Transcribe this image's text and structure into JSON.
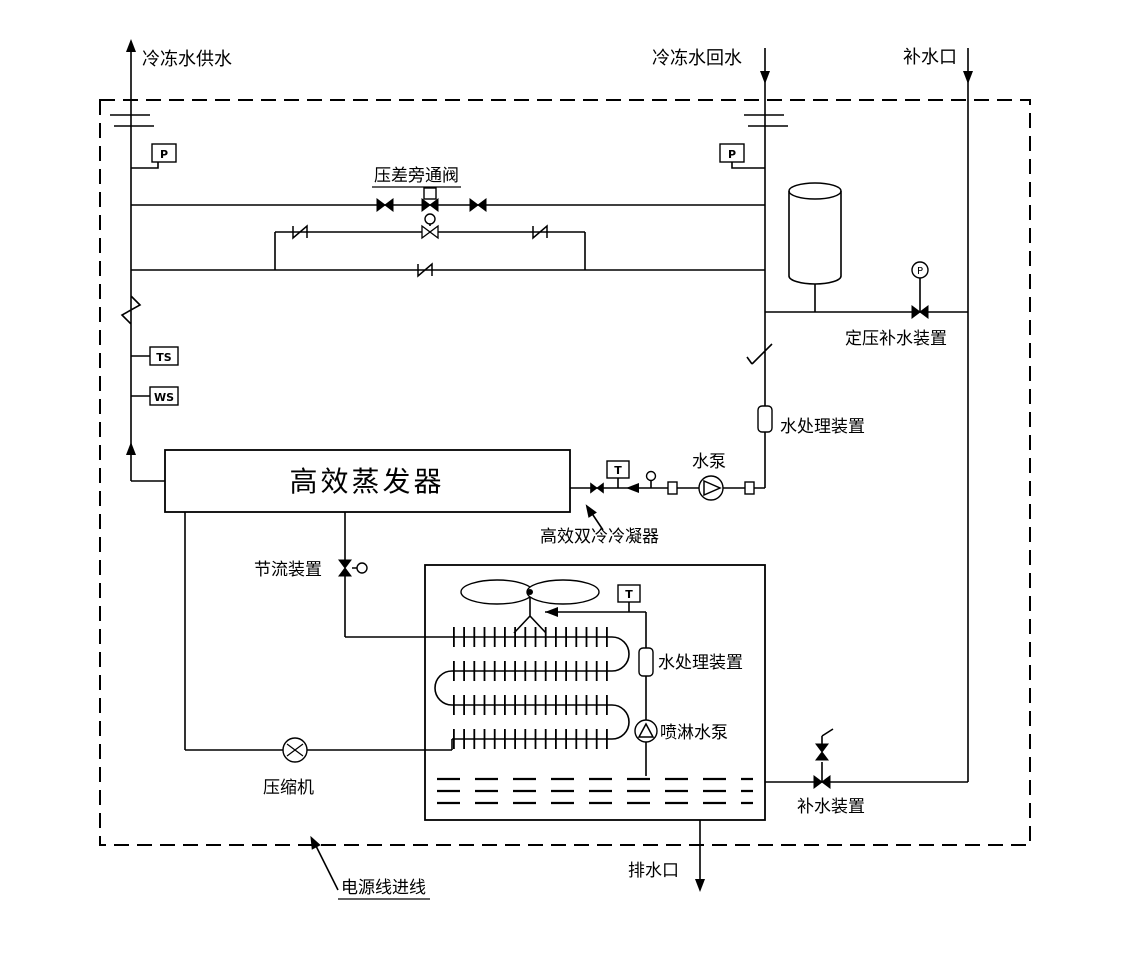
{
  "labels": {
    "chilled_supply": "冷冻水供水",
    "chilled_return": "冷冻水回水",
    "makeup_inlet": "补水口",
    "bypass_valve": "压差旁通阀",
    "pressure_makeup": "定压补水装置",
    "water_treatment_a": "水处理装置",
    "water_pump": "水泵",
    "evaporator": "高效蒸发器",
    "condenser": "高效双冷冷凝器",
    "throttle": "节流装置",
    "water_treatment_b": "水处理装置",
    "spray_pump": "喷淋水泵",
    "compressor": "压缩机",
    "makeup_device": "补水装置",
    "drain": "排水口",
    "power_inlet": "电源线进线"
  },
  "instruments": {
    "p": "P",
    "t": "T",
    "ts": "TS",
    "ws": "WS"
  },
  "colors": {
    "line": "#000000",
    "background": "#ffffff"
  }
}
